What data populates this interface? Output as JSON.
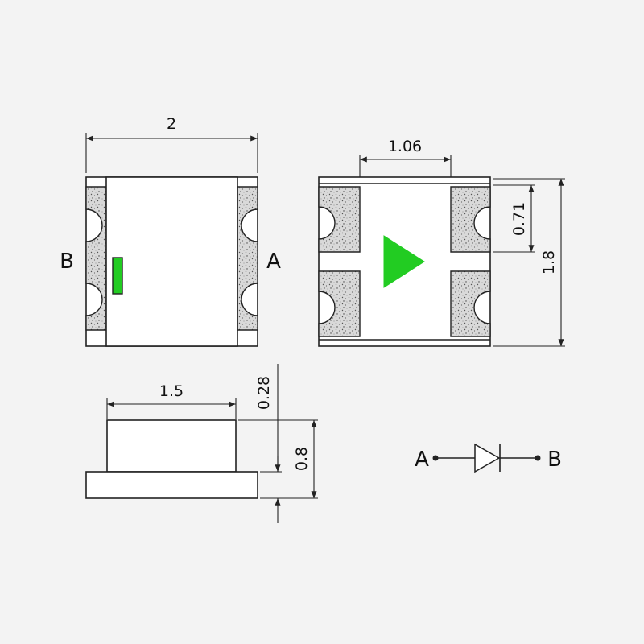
{
  "top_view": {
    "width_label": "2",
    "pin_left": "B",
    "pin_right": "A"
  },
  "bottom_view": {
    "pad_spacing_label": "1.06",
    "pad_height_label": "0.71",
    "height_label": "1.8"
  },
  "side_view": {
    "top_width_label": "1.5",
    "top_height_label": "0.28",
    "total_height_label": "0.8"
  },
  "symbol": {
    "pin_left": "A",
    "pin_right": "B"
  },
  "colors": {
    "led_green": "#22cc22",
    "line": "#222222",
    "background": "#f3f3f3",
    "pad_fill": "#d8d8d8"
  }
}
